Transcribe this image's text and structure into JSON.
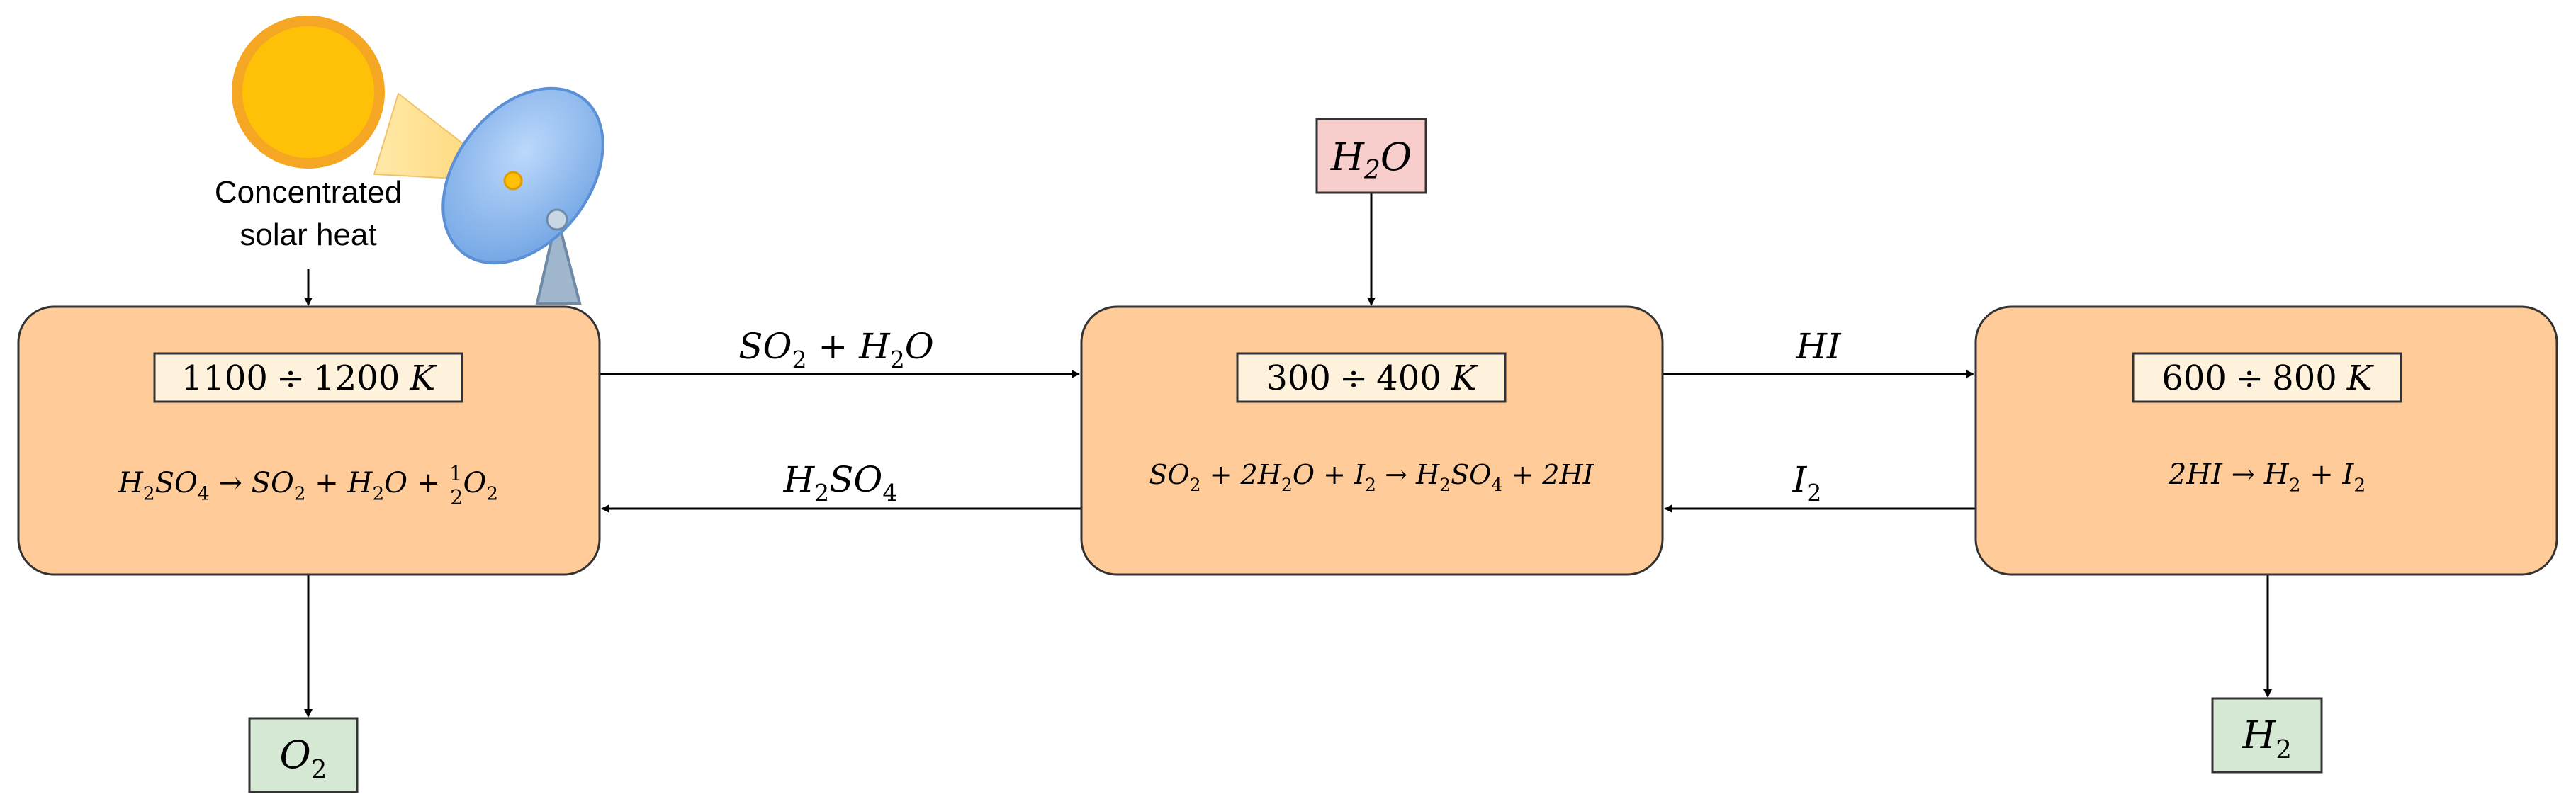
{
  "source": {
    "label_lines": [
      "Concentrated",
      "solar heat"
    ]
  },
  "inputs": {
    "water": {
      "base": "H",
      "sub": "2",
      "tail": "O"
    }
  },
  "reactors": [
    {
      "id": "decomposition",
      "temperature": {
        "left": "1100",
        "op": "÷",
        "right": "1200",
        "unit": "K"
      },
      "reaction": [
        {
          "t": "H",
          "s": "2"
        },
        {
          "t": "SO",
          "s": "4"
        },
        {
          "t": " → "
        },
        {
          "t": "SO",
          "s": "2"
        },
        {
          "t": " + "
        },
        {
          "t": "H",
          "s": "2"
        },
        {
          "t": "O + "
        },
        {
          "frac": [
            "1",
            "2"
          ]
        },
        {
          "t": "O",
          "s": "2"
        }
      ]
    },
    {
      "id": "bunsen",
      "temperature": {
        "left": "300",
        "op": "÷",
        "right": "400",
        "unit": "K"
      },
      "reaction": [
        {
          "t": "SO",
          "s": "2"
        },
        {
          "t": " + 2"
        },
        {
          "t": "H",
          "s": "2"
        },
        {
          "t": "O + "
        },
        {
          "t": "I",
          "s": "2"
        },
        {
          "t": " → "
        },
        {
          "t": "H",
          "s": "2"
        },
        {
          "t": "SO",
          "s": "4"
        },
        {
          "t": " + 2HI"
        }
      ]
    },
    {
      "id": "hi-decomposition",
      "temperature": {
        "left": "600",
        "op": "÷",
        "right": "800",
        "unit": "K"
      },
      "reaction": [
        {
          "t": "2HI → "
        },
        {
          "t": "H",
          "s": "2"
        },
        {
          "t": " + "
        },
        {
          "t": "I",
          "s": "2"
        }
      ]
    }
  ],
  "flows": {
    "so2_h2o": [
      {
        "t": "SO",
        "s": "2"
      },
      {
        "t": " + "
      },
      {
        "t": "H",
        "s": "2"
      },
      {
        "t": "O"
      }
    ],
    "h2so4": [
      {
        "t": "H",
        "s": "2"
      },
      {
        "t": "SO",
        "s": "4"
      }
    ],
    "hi": [
      {
        "t": "HI"
      }
    ],
    "i2": [
      {
        "t": "I",
        "s": "2"
      }
    ]
  },
  "products": {
    "oxygen": [
      {
        "t": "O",
        "s": "2"
      }
    ],
    "hydrogen": [
      {
        "t": "H",
        "s": "2"
      }
    ]
  },
  "colors": {
    "reactor_fill": "#ffcc99",
    "reactor_stroke": "#333333",
    "temp_fill": "#fff2dc",
    "input_fill": "#f8cecc",
    "product_fill": "#d5e8d4",
    "sun": "#ffc107",
    "sun_ring": "#f5a623",
    "dish": "#8cb8ef",
    "stand": "#9fb6cd"
  }
}
